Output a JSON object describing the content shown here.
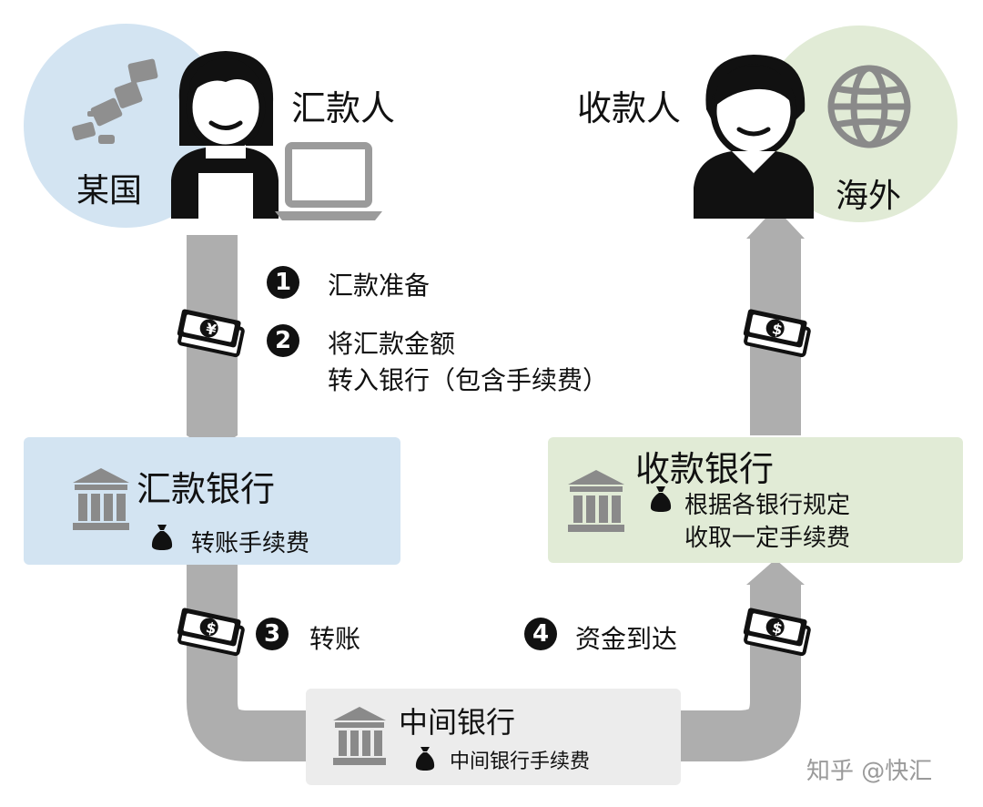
{
  "colors": {
    "origin_blue": "#d3e4f2",
    "overseas_green": "#e1ebd6",
    "flow_gray": "#aeaeae",
    "middle_box": "#ececec",
    "icon_dark": "#111111",
    "bank_icon": "#8a8a8a"
  },
  "origin": {
    "label": "某国"
  },
  "overseas": {
    "label": "海外"
  },
  "sender": {
    "label": "汇款人"
  },
  "receiver": {
    "label": "收款人"
  },
  "steps": [
    {
      "number": "1",
      "text": "汇款准备"
    },
    {
      "number": "2",
      "line1": "将汇款金额",
      "line2": "转入银行（包含手续费）"
    },
    {
      "number": "3",
      "text": "转账"
    },
    {
      "number": "4",
      "text": "资金到达"
    }
  ],
  "sending_bank": {
    "title": "汇款银行",
    "fee": "转账手续费"
  },
  "receiving_bank": {
    "title": "收款银行",
    "fee_line1": "根据各银行规定",
    "fee_line2": "收取一定手续费"
  },
  "intermediary_bank": {
    "title": "中间银行",
    "fee": "中间银行手续费"
  },
  "money_symbols": {
    "yen": "¥",
    "dollar": "$"
  },
  "watermark": "知乎 @快汇"
}
